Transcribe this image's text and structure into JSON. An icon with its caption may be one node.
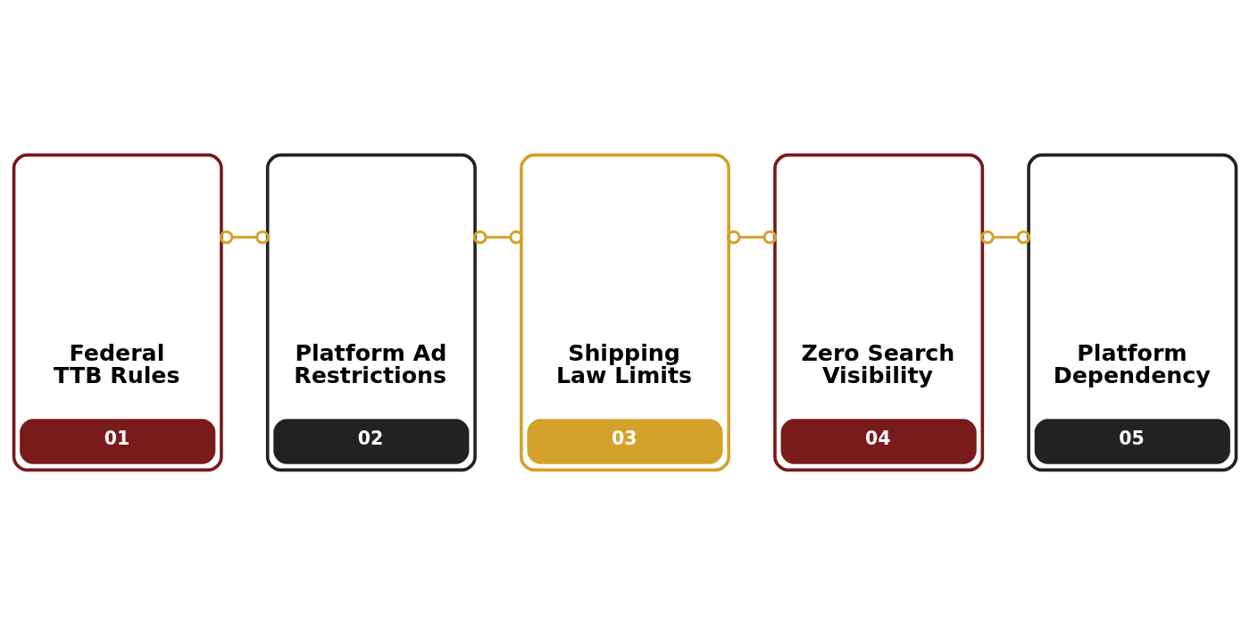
{
  "diagram": {
    "nodes": [
      {
        "text": [
          "Federal TTB Rules",
          "01"
        ]
      },
      {
        "text": [
          "Platform Ad Restrictions",
          "02"
        ]
      },
      {
        "text": [
          "Shipping Law Limits",
          "03"
        ]
      },
      {
        "text": [
          "Zero Search Visibility",
          "04"
        ]
      },
      {
        "text": [
          "Platform Dependency",
          "05"
        ]
      }
    ],
    "edges": [
      {
        "from": 0,
        "to": 1,
        "arrow": "other"
      },
      {
        "from": 1,
        "to": 2,
        "arrow": "other"
      },
      {
        "from": 2,
        "to": 3,
        "arrow": "other"
      },
      {
        "from": 3,
        "to": 4,
        "arrow": "other"
      }
    ]
  }
}
